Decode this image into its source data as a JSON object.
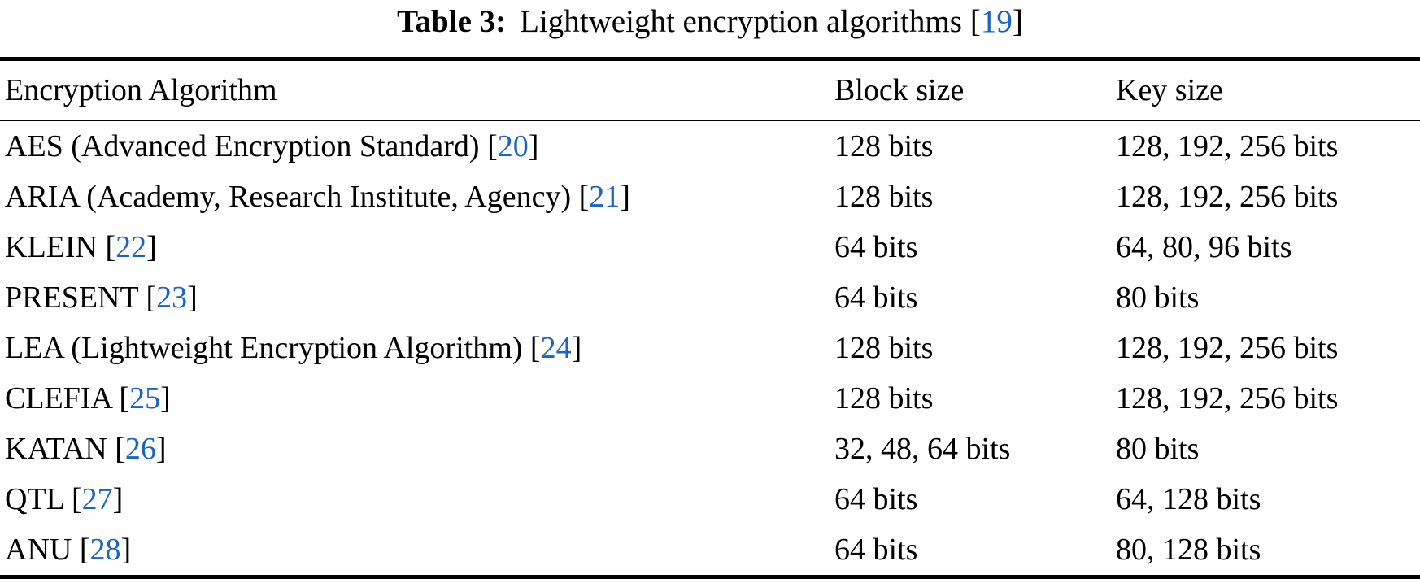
{
  "caption": {
    "label": "Table 3:",
    "text": "Lightweight encryption algorithms",
    "cite": "19"
  },
  "punctuation": {
    "open_bracket": "[",
    "close_bracket": "]"
  },
  "colors": {
    "link": "#1c63c4",
    "text": "#000000",
    "rule": "#000000"
  },
  "table": {
    "headers": [
      "Encryption Algorithm",
      "Block size",
      "Key size"
    ],
    "rows": [
      {
        "algorithm": "AES (Advanced Encryption Standard)",
        "cite": "20",
        "block_size": "128 bits",
        "key_size": "128, 192, 256 bits"
      },
      {
        "algorithm": "ARIA (Academy, Research Institute, Agency)",
        "cite": "21",
        "block_size": "128 bits",
        "key_size": "128, 192, 256 bits"
      },
      {
        "algorithm": "KLEIN",
        "cite": "22",
        "block_size": "64 bits",
        "key_size": "64, 80, 96 bits"
      },
      {
        "algorithm": "PRESENT",
        "cite": "23",
        "block_size": "64 bits",
        "key_size": "80 bits"
      },
      {
        "algorithm": "LEA (Lightweight Encryption Algorithm)",
        "cite": "24",
        "block_size": "128 bits",
        "key_size": "128, 192, 256 bits"
      },
      {
        "algorithm": "CLEFIA",
        "cite": "25",
        "block_size": "128 bits",
        "key_size": "128, 192, 256 bits"
      },
      {
        "algorithm": "KATAN",
        "cite": "26",
        "block_size": "32, 48, 64 bits",
        "key_size": "80 bits"
      },
      {
        "algorithm": "QTL",
        "cite": "27",
        "block_size": "64 bits",
        "key_size": "64, 128 bits"
      },
      {
        "algorithm": "ANU",
        "cite": "28",
        "block_size": "64 bits",
        "key_size": "80, 128 bits"
      }
    ]
  }
}
